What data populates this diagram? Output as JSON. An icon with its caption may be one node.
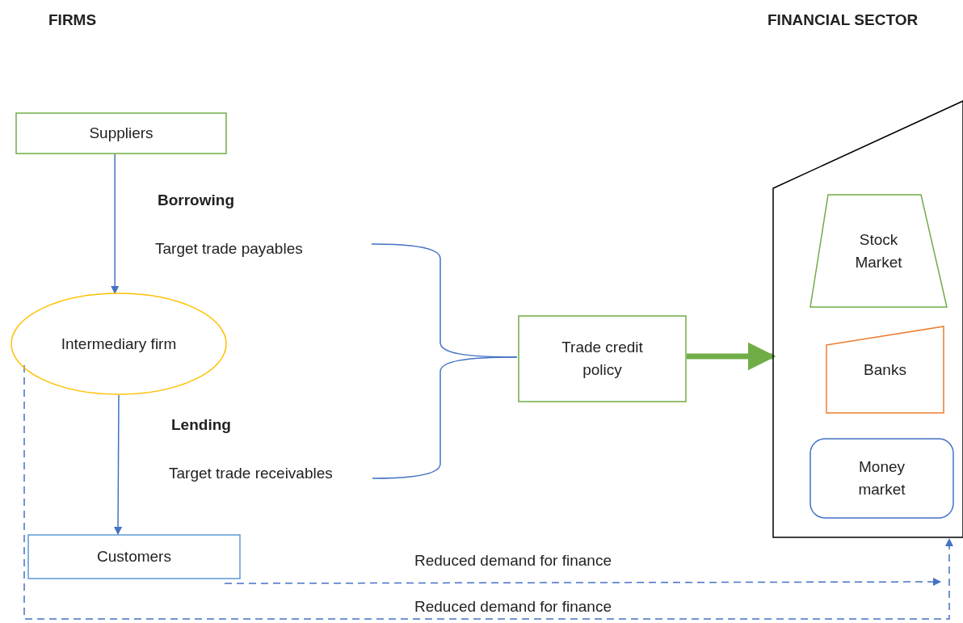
{
  "diagram": {
    "nodes": [
      {
        "text": [
          "Suppliers"
        ]
      },
      {
        "text": [
          "Intermediary firm"
        ]
      },
      {
        "text": [
          "Customers"
        ]
      },
      {
        "text": [
          "Borrowing",
          "Target trade payables"
        ]
      },
      {
        "text": [
          "Lending",
          "Target trade receivables"
        ]
      },
      {
        "text": [
          "Trade credit policy"
        ]
      },
      {
        "text": [],
        "shape": "pentagon"
      },
      {
        "text": [
          "Stock Market"
        ],
        "in": 6
      },
      {
        "text": [
          "Banks"
        ],
        "in": 6
      },
      {
        "text": [
          "Money market"
        ],
        "in": 6
      }
    ],
    "edges": [
      {
        "from": 0,
        "to": 1,
        "arrow": "to"
      },
      {
        "from": 1,
        "to": 2,
        "arrow": "to"
      },
      {
        "from": 3,
        "to": 5,
        "arrow": "none"
      },
      {
        "from": 4,
        "to": 5,
        "arrow": "none"
      },
      {
        "from": 5,
        "to": 6,
        "arrow": "to",
        "style": "thick",
        "color": "#70ad47"
      },
      {
        "from": 2,
        "to": 6,
        "arrow": "to",
        "style": "dashed",
        "label": "Reduced demand for finance"
      },
      {
        "from": 1,
        "to": 6,
        "arrow": "to",
        "style": "dashed",
        "label": "Reduced demand for finance"
      }
    ],
    "labels": [
      "FIRMS",
      "FINANCIAL SECTOR"
    ]
  }
}
